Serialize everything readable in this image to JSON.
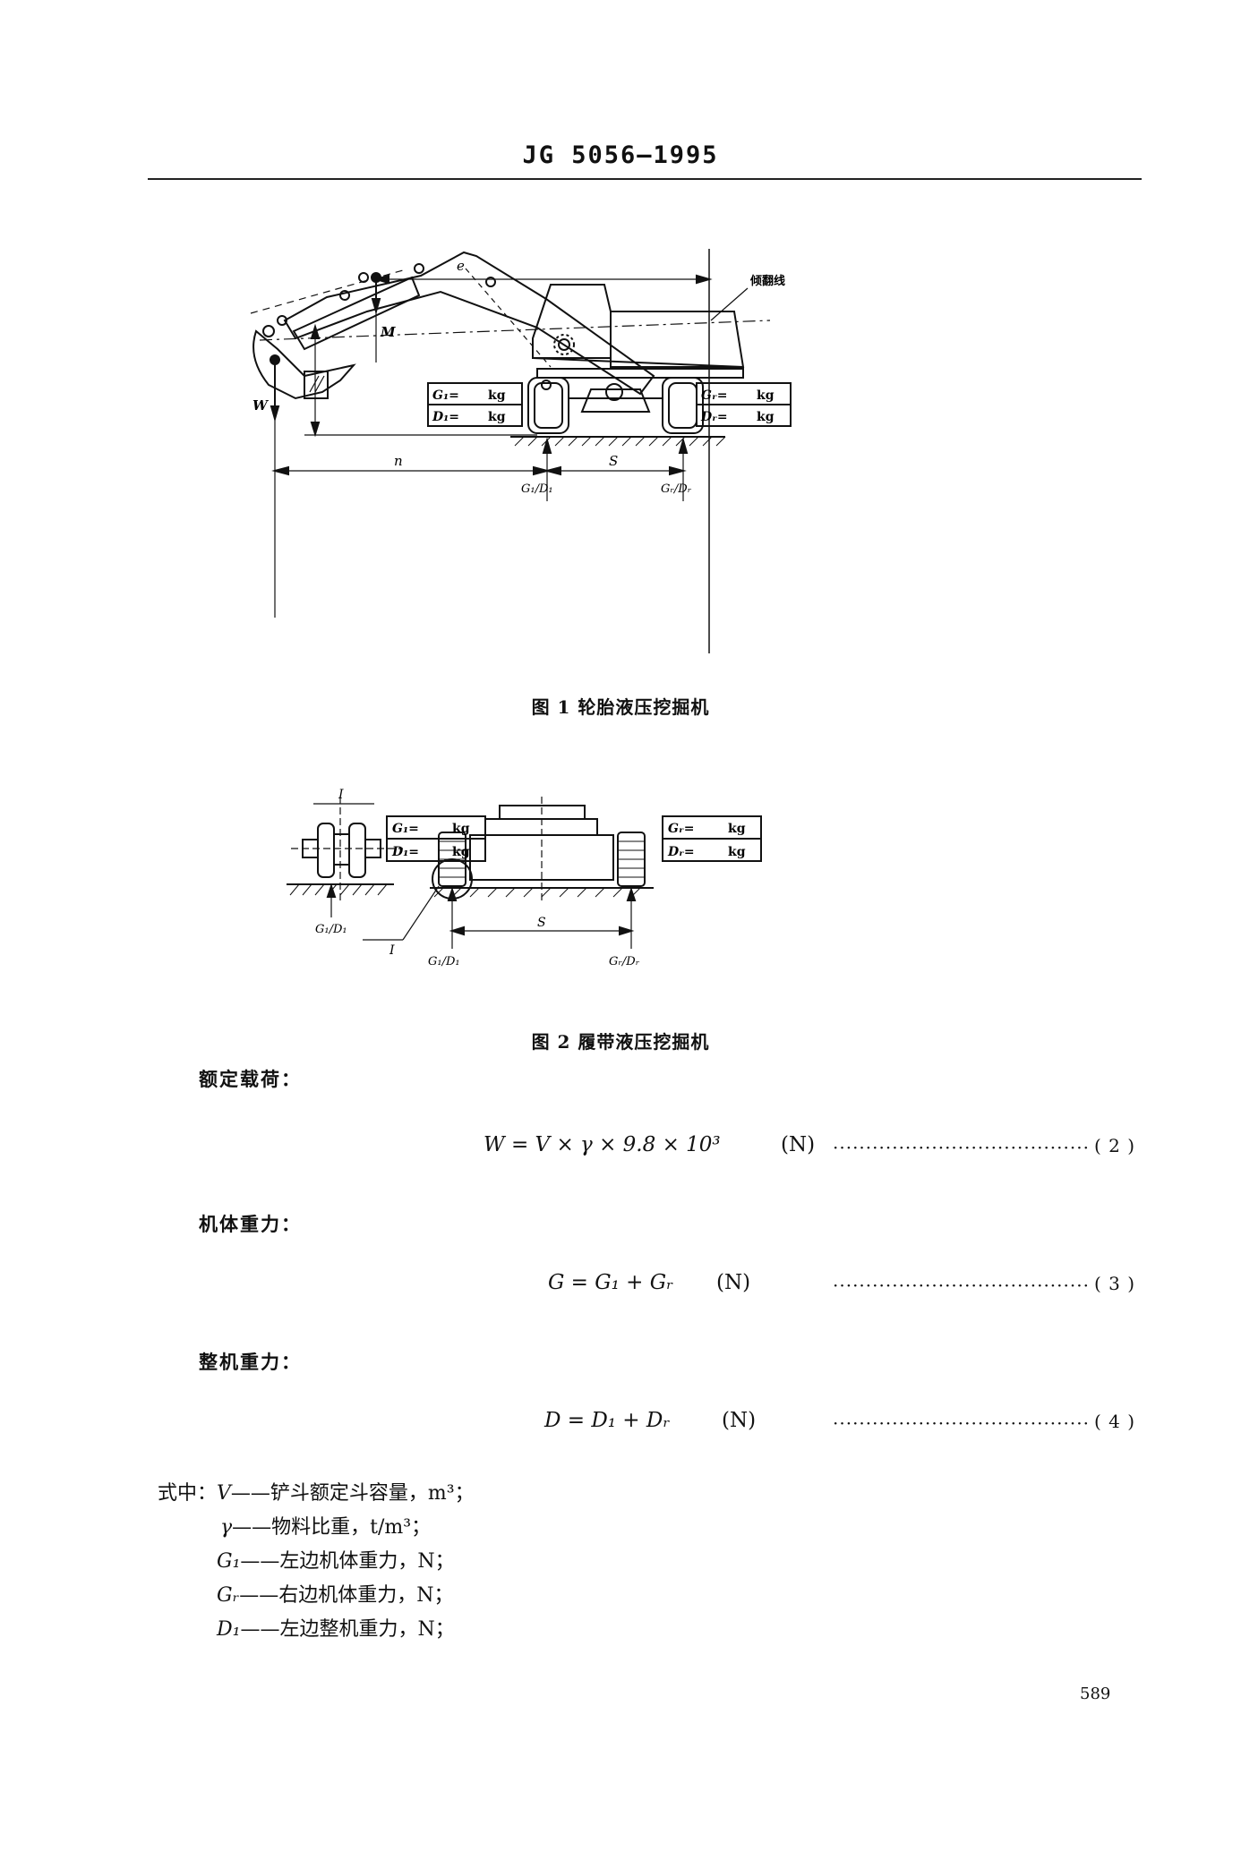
{
  "header": {
    "standard_no": "JG 5056—1995"
  },
  "figure1": {
    "caption": "图 1   轮胎液压挖掘机",
    "labels": {
      "e": "e",
      "tip_line": "倾翻线",
      "M": "M",
      "W": "W",
      "n": "n",
      "S": "S",
      "gl": "G₁/D₁",
      "gr": "Gᵣ/Dᵣ"
    },
    "boxes": {
      "left": [
        {
          "sym": "G₁=",
          "unit": "kg"
        },
        {
          "sym": "D₁=",
          "unit": "kg"
        }
      ],
      "right": [
        {
          "sym": "Gᵣ=",
          "unit": "kg"
        },
        {
          "sym": "Dᵣ=",
          "unit": "kg"
        }
      ]
    }
  },
  "figure2": {
    "caption": "图 2   履带液压挖掘机",
    "labels": {
      "I_top": "I",
      "I_side": "I",
      "S": "S",
      "gl_detail": "G₁/D₁",
      "gl": "G₁/D₁",
      "gr": "Gᵣ/Dᵣ"
    },
    "boxes": {
      "left": [
        {
          "sym": "G₁=",
          "unit": "kg"
        },
        {
          "sym": "D₁=",
          "unit": "kg"
        }
      ],
      "right": [
        {
          "sym": "Gᵣ=",
          "unit": "kg"
        },
        {
          "sym": "Dᵣ=",
          "unit": "kg"
        }
      ]
    }
  },
  "sections": [
    {
      "label": "额定载荷：",
      "formula": "W = V × γ × 9.8 × 10³",
      "unit": "(N)",
      "dots": "·······································",
      "eq_no": "( 2 )"
    },
    {
      "label": "机体重力：",
      "formula": "G = G₁ + Gᵣ",
      "unit": "(N)",
      "dots": "·······································",
      "eq_no": "( 3 )"
    },
    {
      "label": "整机重力：",
      "formula": "D = D₁ + Dᵣ",
      "unit": "(N)",
      "dots": "·······································",
      "eq_no": "( 4 )"
    }
  ],
  "where": {
    "prefix": "式中：",
    "items": [
      {
        "sym": "V",
        "desc": "——铲斗额定斗容量，m³；"
      },
      {
        "sym": "γ",
        "desc": "——物料比重，t/m³；"
      },
      {
        "sym": "G₁",
        "desc": "——左边机体重力，N；"
      },
      {
        "sym": "Gᵣ",
        "desc": "——右边机体重力，N；"
      },
      {
        "sym": "D₁",
        "desc": "——左边整机重力，N；"
      }
    ]
  },
  "page_number": "589"
}
